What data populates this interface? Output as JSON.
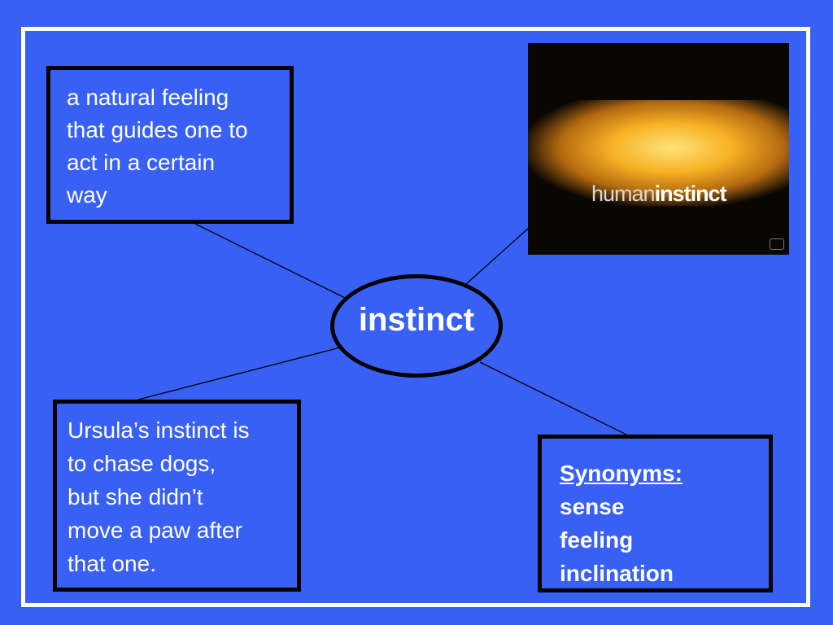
{
  "slide": {
    "center_word": "instinct",
    "definition": {
      "lines": [
        "a natural feeling",
        "that guides one to",
        "act in a certain",
        "way"
      ]
    },
    "example": {
      "lines": [
        "Ursula’s instinct is",
        "to chase dogs,",
        "but she didn’t",
        "move a paw after",
        "that one."
      ]
    },
    "synonyms": {
      "heading": "Synonyms:",
      "items": [
        "sense",
        "feeling",
        "inclination"
      ]
    },
    "image": {
      "caption_part1": "human",
      "caption_part2": "instinct"
    }
  },
  "colors": {
    "background": "#3860f5",
    "border": "#000000",
    "frame": "#ffffff",
    "text": "#ffffff"
  }
}
